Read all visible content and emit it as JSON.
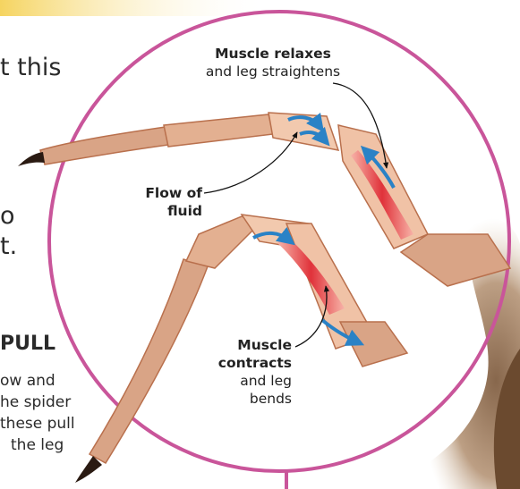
{
  "page_fragments": {
    "line1": "t this",
    "line2": "o",
    "line3": "t.",
    "heading": "PULL",
    "body1": "ow and",
    "body2": "he spider",
    "body3": "these pull",
    "body4": "the leg"
  },
  "labels": {
    "relaxes_bold": "Muscle relaxes",
    "relaxes_text": "and leg straightens",
    "flow_line1": "Flow of",
    "flow_line2": "fluid",
    "contracts_line1": "Muscle",
    "contracts_line2": "contracts",
    "contracts_line3": "and leg",
    "contracts_line4": "bends"
  },
  "colors": {
    "circle": "#c9559a",
    "leg_fill": "#d9a486",
    "leg_hair": "#b9704d",
    "muscle": "#e03a3f",
    "fluid": "#2a82c6",
    "banner": "#f2c230"
  }
}
